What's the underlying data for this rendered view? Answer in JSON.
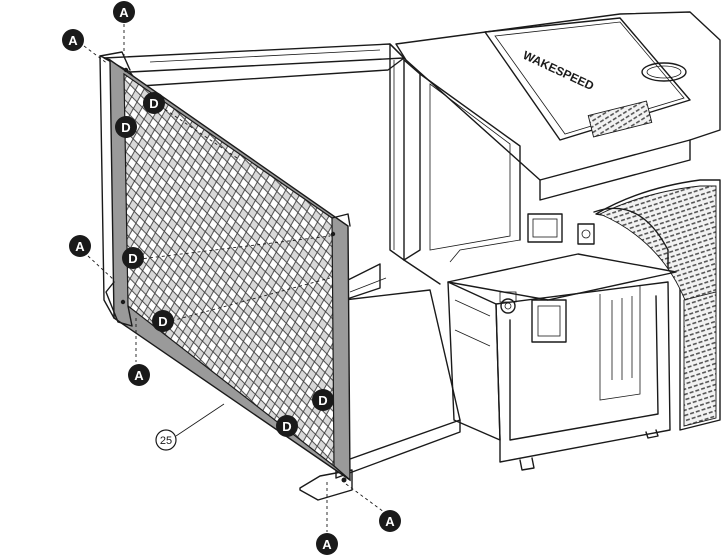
{
  "diagram": {
    "callout_labels": {
      "a": "A",
      "d": "D"
    },
    "part_number": "25",
    "brand_text": "WAKESPEED"
  }
}
